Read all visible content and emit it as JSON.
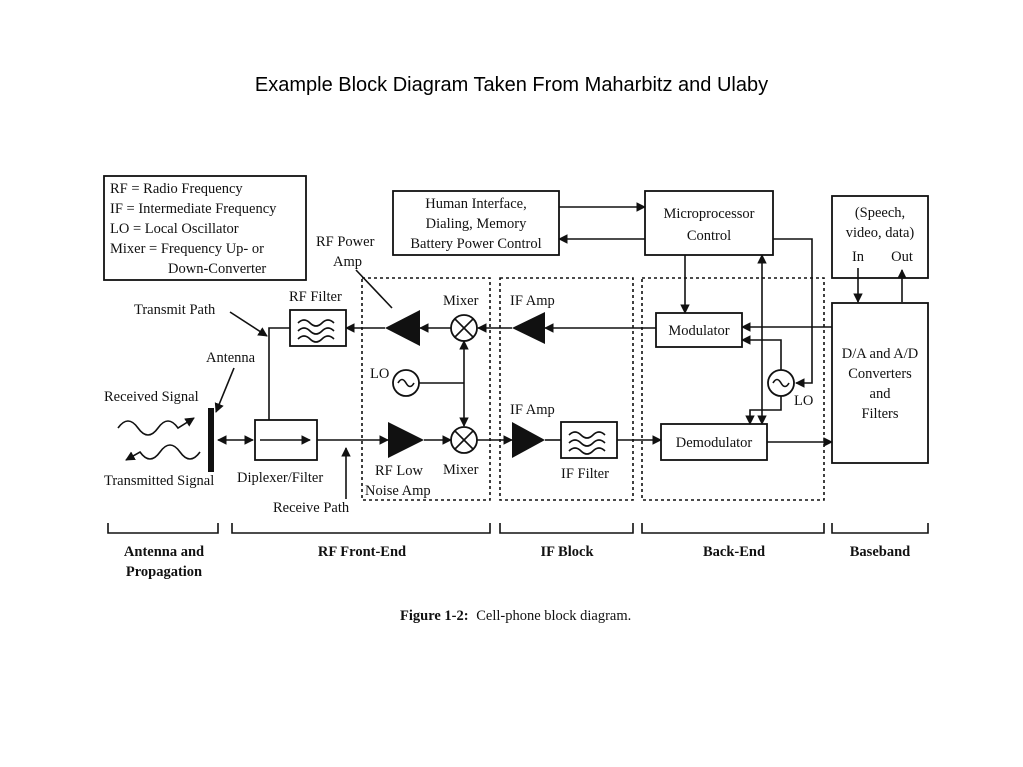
{
  "page": {
    "title": "Example Block Diagram Taken From Maharbitz and Ulaby"
  },
  "legend": {
    "lines": [
      "RF = Radio Frequency",
      "IF = Intermediate Frequency",
      "LO = Local Oscillator",
      "Mixer = Frequency Up- or",
      "Down-Converter"
    ]
  },
  "blocks": {
    "human_interface": [
      "Human Interface,",
      "Dialing, Memory",
      "Battery Power Control"
    ],
    "microprocessor": [
      "Microprocessor",
      "Control"
    ],
    "speech_box": [
      "(Speech,",
      "video, data)"
    ],
    "speech_in": "In",
    "speech_out": "Out",
    "modulator": "Modulator",
    "demodulator": "Demodulator",
    "converters": [
      "D/A and A/D",
      "Converters",
      "and",
      "Filters"
    ],
    "diplexer": "Diplexer/Filter"
  },
  "labels": {
    "rf_power_amp": [
      "RF Power",
      "Amp"
    ],
    "rf_filter": "RF Filter",
    "mixer_top": "Mixer",
    "mixer_bottom": "Mixer",
    "if_amp_top": "IF Amp",
    "if_amp_bottom": "IF Amp",
    "lo_left": "LO",
    "lo_right": "LO",
    "if_filter": "IF Filter",
    "rf_low_noise_amp": [
      "RF Low",
      "Noise Amp"
    ],
    "transmit_path": "Transmit Path",
    "receive_path": "Receive Path",
    "antenna": "Antenna",
    "received_signal": "Received Signal",
    "transmitted_signal": "Transmitted Signal"
  },
  "sections": [
    {
      "label": [
        "Antenna and",
        "Propagation"
      ]
    },
    {
      "label": [
        "RF Front-End"
      ]
    },
    {
      "label": [
        "IF Block"
      ]
    },
    {
      "label": [
        "Back-End"
      ]
    },
    {
      "label": [
        "Baseband"
      ]
    }
  ],
  "caption": {
    "prefix": "Figure 1-2:",
    "text": "Cell-phone block diagram."
  }
}
